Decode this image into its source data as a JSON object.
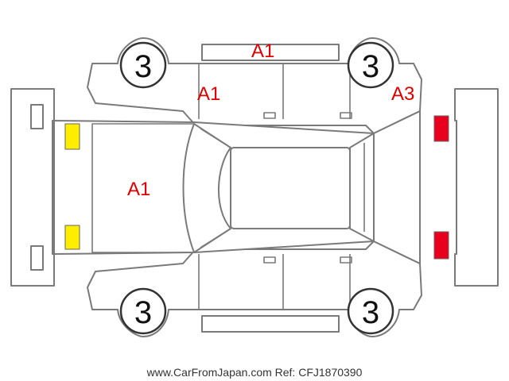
{
  "diagram": {
    "wheel_labels": {
      "front_left": "3",
      "front_right": "3",
      "rear_left": "3",
      "rear_right": "3"
    },
    "damage_codes": {
      "roof_top_edge": "A1",
      "upper_side_fender": "A1",
      "hood": "A1",
      "rear_quarter": "A3"
    },
    "lamp_colors": {
      "front": "#ffee00",
      "rear": "#e8001c"
    },
    "code_color": "#e00000",
    "watermark": "www.CarFromJapan.com Ref: CFJ1870390"
  }
}
